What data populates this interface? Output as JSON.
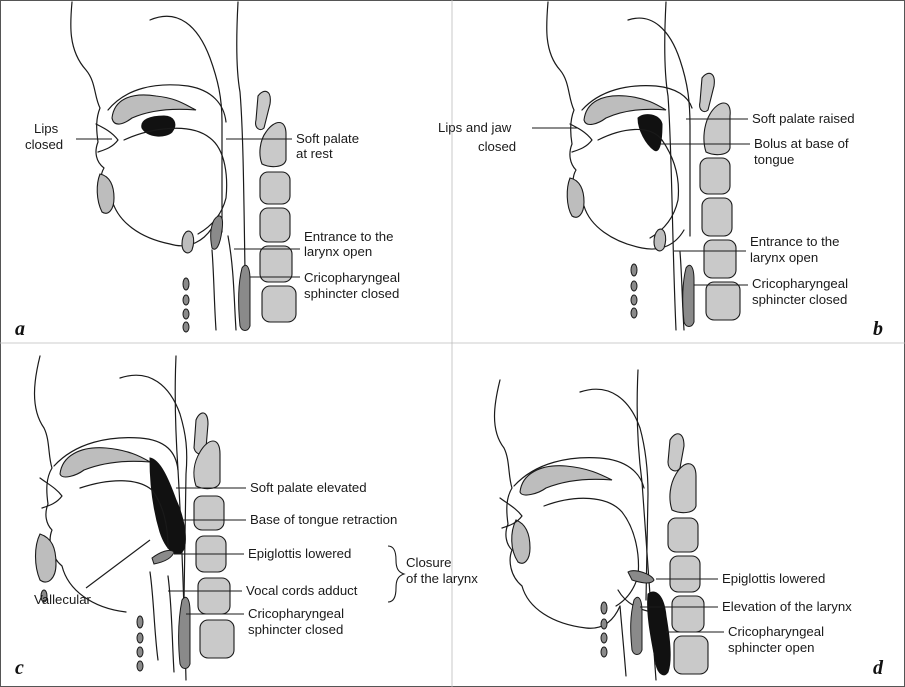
{
  "panels": {
    "a": {
      "letter": "a",
      "labels": {
        "lips_1": "Lips",
        "lips_2": "closed",
        "soft_palate_1": "Soft palate",
        "soft_palate_2": "at rest",
        "larynx_1": "Entrance to the",
        "larynx_2": "larynx open",
        "crico_1": "Cricopharyngeal",
        "crico_2": "sphincter closed"
      }
    },
    "b": {
      "letter": "b",
      "labels": {
        "lips_1": "Lips and jaw",
        "lips_2": "closed",
        "soft_palate": "Soft palate raised",
        "bolus_1": "Bolus at base of",
        "bolus_2": "tongue",
        "larynx_1": "Entrance to the",
        "larynx_2": "larynx open",
        "crico_1": "Cricopharyngeal",
        "crico_2": "sphincter closed"
      }
    },
    "c": {
      "letter": "c",
      "labels": {
        "soft_palate": "Soft palate elevated",
        "tongue": "Base of tongue retraction",
        "epiglottis": "Epiglottis lowered",
        "vocal": "Vocal cords adduct",
        "crico_1": "Cricopharyngeal",
        "crico_2": "sphincter closed",
        "closure_1": "Closure",
        "closure_2": "of the larynx",
        "vallecular": "Vallecular"
      }
    },
    "d": {
      "letter": "d",
      "labels": {
        "epiglottis": "Epiglottis lowered",
        "elevation": "Elevation of the larynx",
        "crico_1": "Cricopharyngeal",
        "crico_2": "sphincter open"
      }
    }
  },
  "colors": {
    "structure_gray": "#bdbdbd",
    "dark_gray": "#8a8a8a",
    "bolus_black": "#111111",
    "outline": "#1a1a1a"
  }
}
